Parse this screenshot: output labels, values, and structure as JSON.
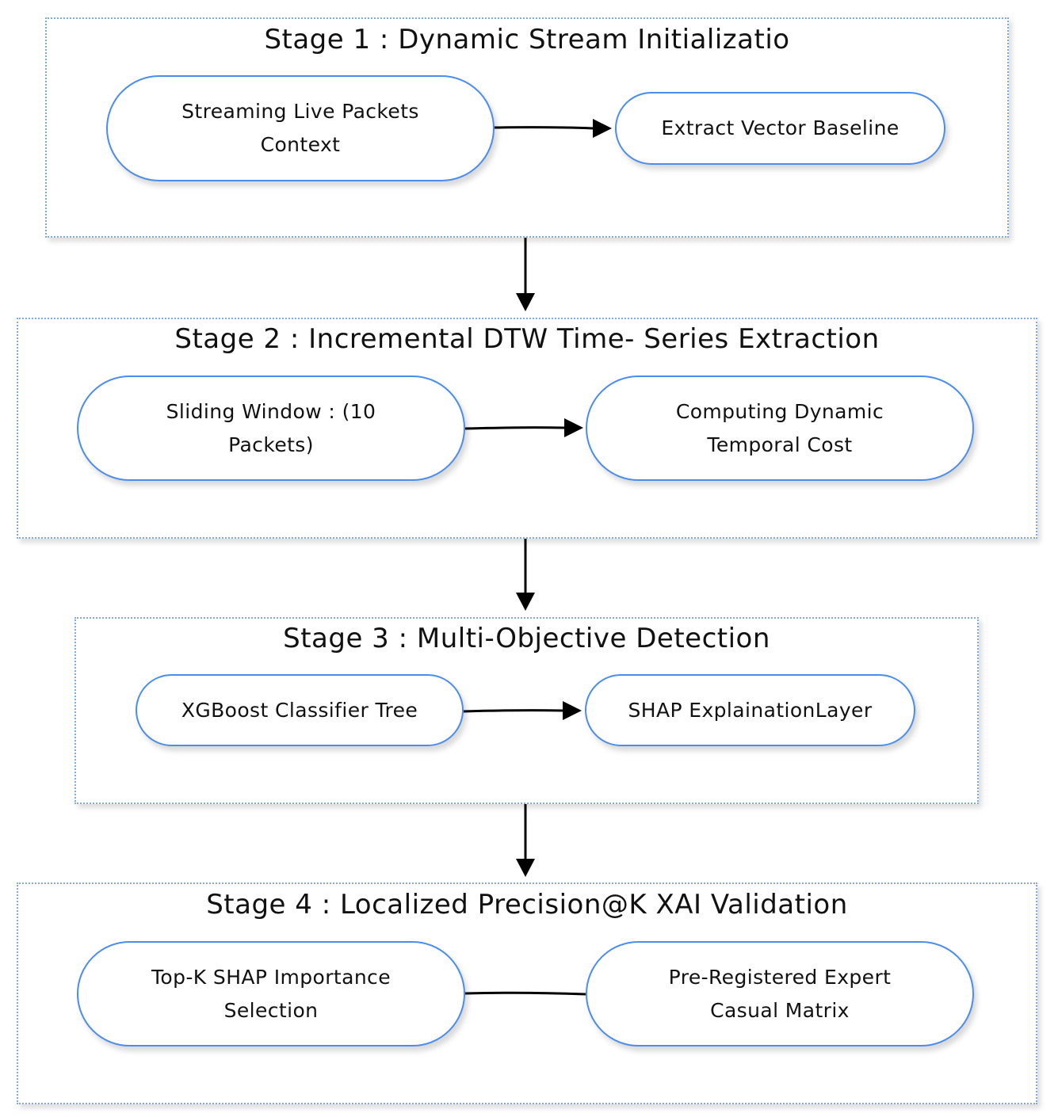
{
  "stages": [
    {
      "title": "Stage 1 : Dynamic Stream Initializatio",
      "left_node": "Streaming Live Packets Context",
      "right_node": "Extract Vector Baseline"
    },
    {
      "title": "Stage 2 : Incremental DTW Time- Series Extraction",
      "left_node": "Sliding Window : (10 Packets)",
      "right_node": "Computing Dynamic Temporal Cost"
    },
    {
      "title": "Stage 3 : Multi-Objective Detection",
      "left_node": "XGBoost Classifier Tree",
      "right_node": "SHAP ExplainationLayer"
    },
    {
      "title": "Stage 4 : Localized Precision@K XAI Validation",
      "left_node": "Top-K SHAP Importance Selection",
      "right_node": "Pre-Registered Expert Casual Matrix"
    }
  ],
  "colors": {
    "node_border": "#4a8cf0",
    "stage_border": "#7fa9e8",
    "arrow": "#000000"
  }
}
